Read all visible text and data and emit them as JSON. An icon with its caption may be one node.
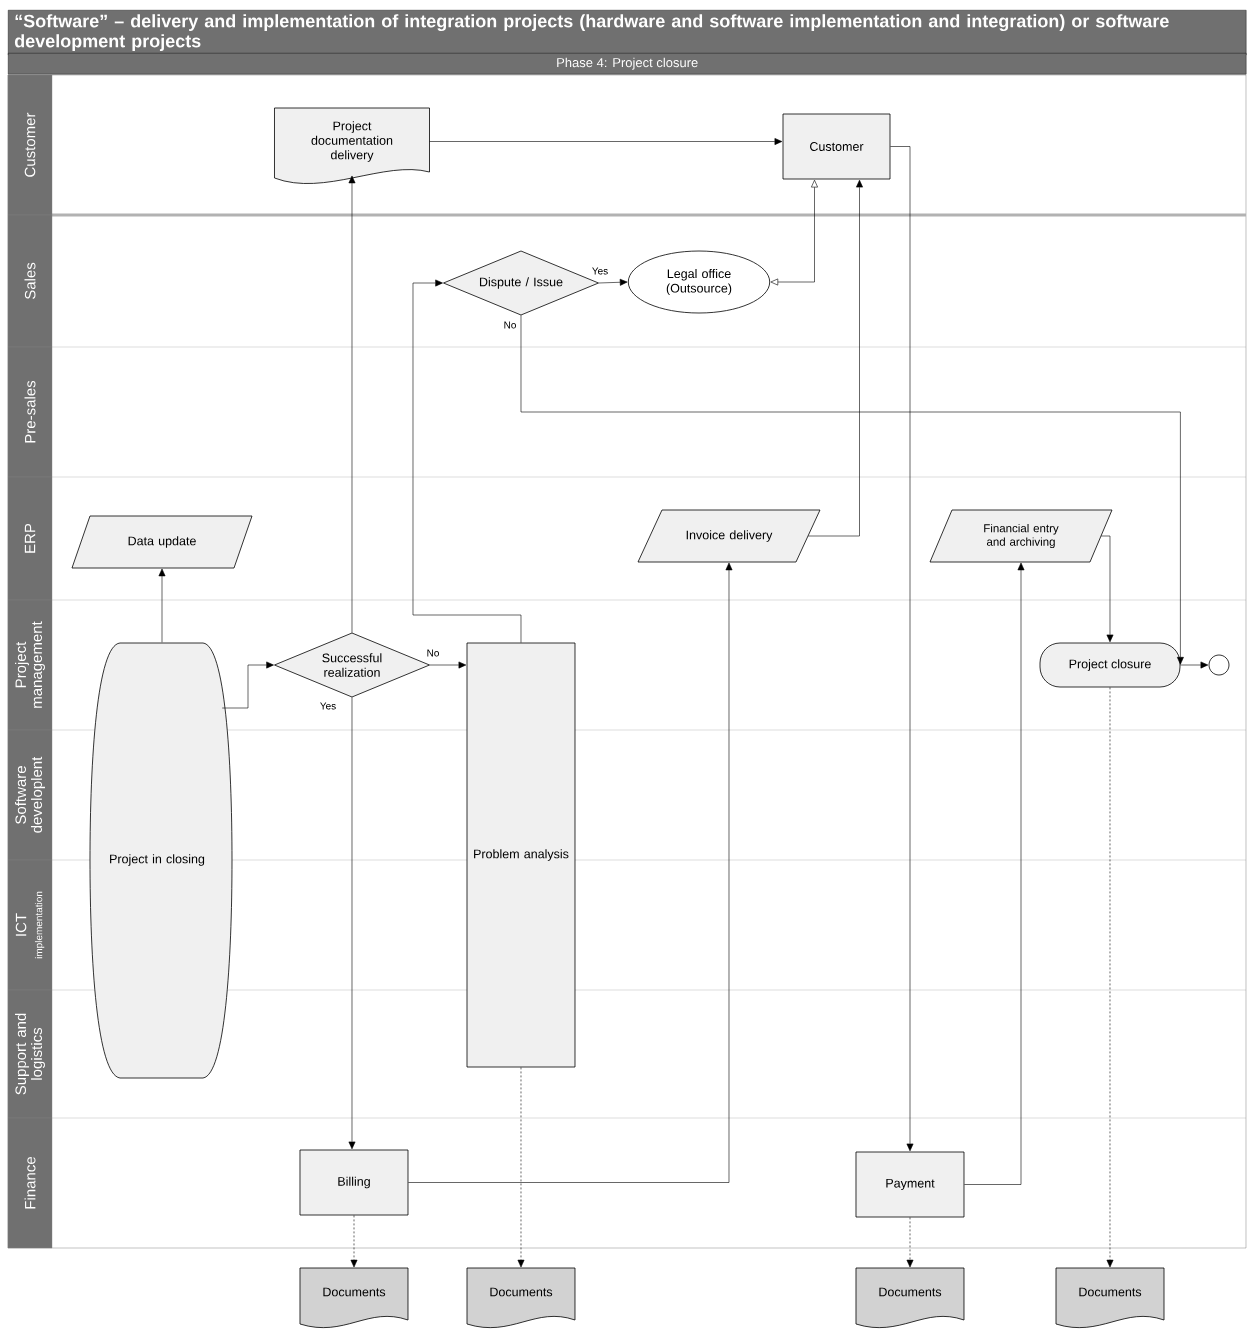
{
  "diagram": {
    "title": "“Software” – delivery and implementation of integration projects (hardware and software implementation and integration) or software development projects",
    "nodes": [
      {
        "text": [
          "Customer"
        ]
      },
      {
        "text": [
          "Sales"
        ]
      },
      {
        "text": [
          "Pre-sales"
        ]
      },
      {
        "text": [
          "ERP"
        ]
      },
      {
        "text": [
          "Project management"
        ]
      },
      {
        "text": [
          "Software developlent"
        ]
      },
      {
        "text": [
          "ICT",
          "implementation"
        ]
      },
      {
        "text": [
          "Support and logistics"
        ]
      },
      {
        "text": [
          "Finance"
        ]
      },
      {
        "text": [
          "Project documentation delivery"
        ]
      },
      {
        "text": [
          "Customer"
        ]
      },
      {
        "text": [
          "Dispute / Issue"
        ]
      },
      {
        "text": [
          "Legal office (Outsource)"
        ]
      },
      {
        "text": [
          "Data update"
        ]
      },
      {
        "text": [
          "Invoice delivery"
        ]
      },
      {
        "text": [
          "Financial entry and archiving"
        ]
      },
      {
        "text": [
          "Project in closing"
        ]
      },
      {
        "text": [
          "Successful realization"
        ]
      },
      {
        "text": [
          "Problem analysis"
        ]
      },
      {
        "text": [
          "Project closure"
        ]
      },
      {
        "text": [],
        "shape": "circle"
      },
      {
        "text": [
          "Billing"
        ]
      },
      {
        "text": [
          "Payment"
        ]
      },
      {
        "text": [
          "Documents"
        ]
      },
      {
        "text": [
          "Documents"
        ]
      },
      {
        "text": [
          "Documents"
        ]
      },
      {
        "text": [
          "Documents"
        ]
      }
    ],
    "edges": [
      {
        "from": 16,
        "to": 13,
        "arrow": "to"
      },
      {
        "from": 16,
        "to": 17,
        "arrow": "to"
      },
      {
        "from": 17,
        "to": 9,
        "arrow": "to"
      },
      {
        "from": 17,
        "to": 18,
        "arrow": "to",
        "label": "No"
      },
      {
        "from": 17,
        "to": 21,
        "arrow": "to",
        "label": "Yes"
      },
      {
        "from": 9,
        "to": 10,
        "arrow": "to"
      },
      {
        "from": 18,
        "to": 11,
        "arrow": "to"
      },
      {
        "from": 11,
        "to": 12,
        "arrow": "to",
        "label": "Yes"
      },
      {
        "from": 11,
        "to": 19,
        "arrow": "to",
        "label": "No"
      },
      {
        "from": 10,
        "to": 12,
        "arrow": "both"
      },
      {
        "from": 14,
        "to": 10,
        "arrow": "to"
      },
      {
        "from": 10,
        "to": 22,
        "arrow": "to"
      },
      {
        "from": 21,
        "to": 14,
        "arrow": "to"
      },
      {
        "from": 22,
        "to": 15,
        "arrow": "to"
      },
      {
        "from": 15,
        "to": 19,
        "arrow": "to"
      },
      {
        "from": 19,
        "to": 20,
        "arrow": "to"
      },
      {
        "from": 21,
        "to": 23,
        "arrow": "to",
        "style": "dashed"
      },
      {
        "from": 18,
        "to": 24,
        "arrow": "to",
        "style": "dashed"
      },
      {
        "from": 22,
        "to": 25,
        "arrow": "to",
        "style": "dashed"
      },
      {
        "from": 19,
        "to": 26,
        "arrow": "to",
        "style": "dashed"
      }
    ],
    "labels": [
      "Phase 4: Project closure"
    ]
  }
}
